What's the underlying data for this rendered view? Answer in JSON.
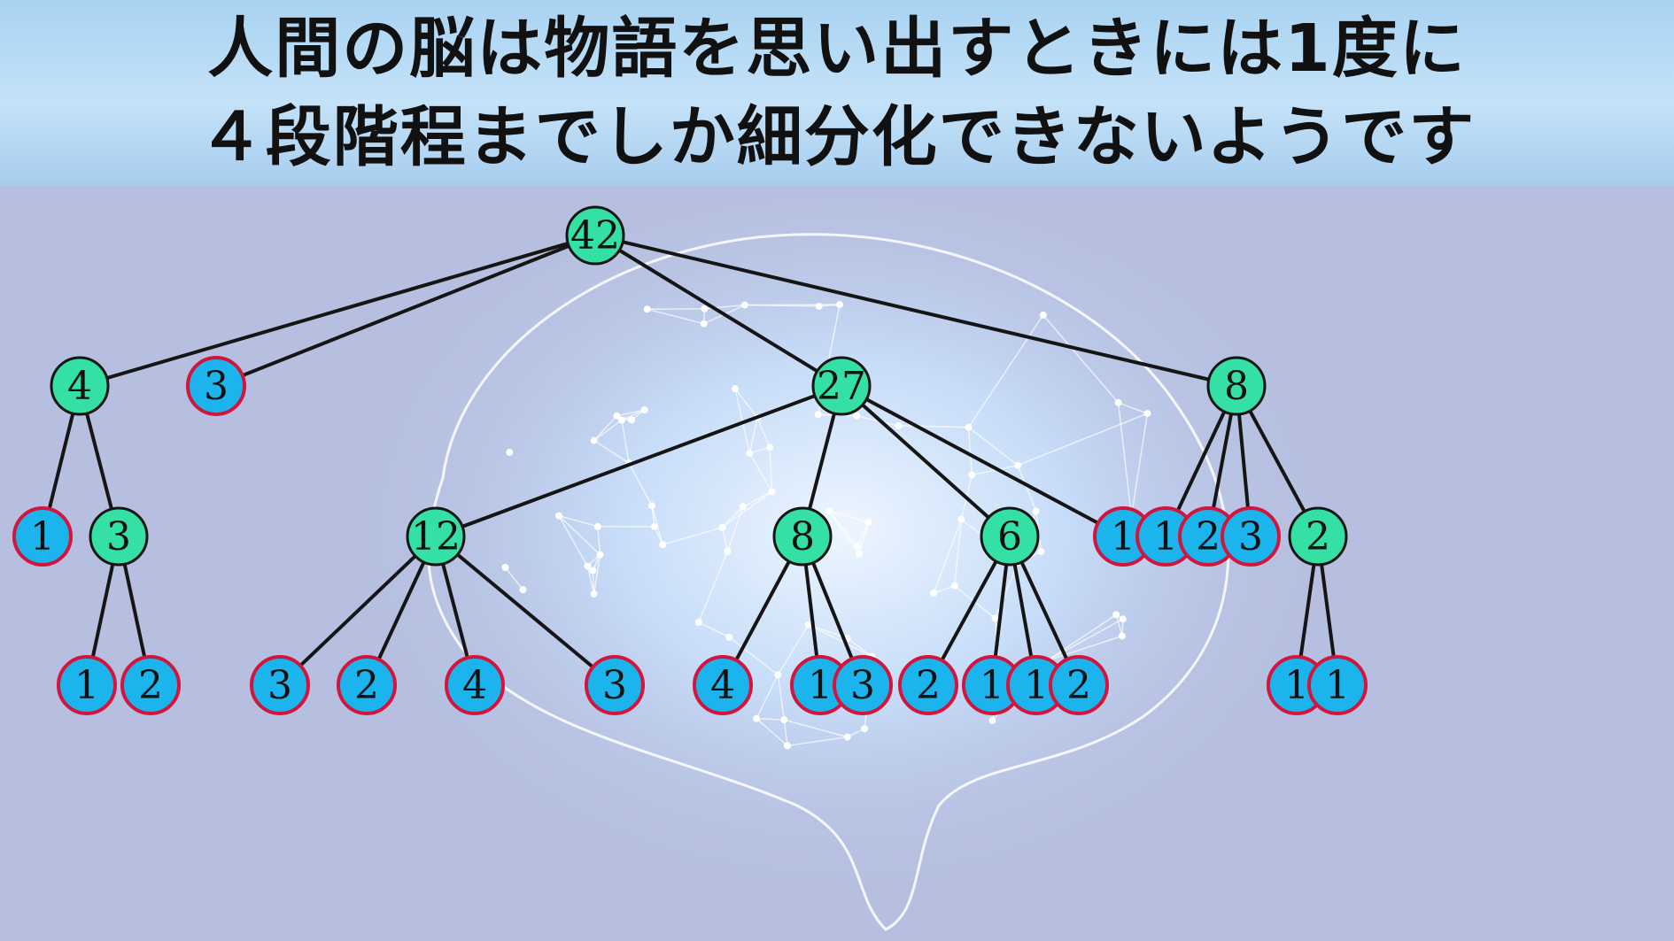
{
  "title": {
    "line1": "人間の脳は物語を思い出すときには1度に",
    "line2": "４段階程までしか細分化できないようです"
  },
  "colors": {
    "internal_fill": "#35e0a4",
    "leaf_fill": "#1cb4ec",
    "leaf_stroke": "#d3143c",
    "edge": "#151515"
  },
  "nodes": [
    {
      "id": "n42",
      "label": "42",
      "kind": "internal",
      "parent": null
    },
    {
      "id": "n4",
      "label": "4",
      "kind": "internal",
      "parent": "n42"
    },
    {
      "id": "n3a",
      "label": "3",
      "kind": "leaf",
      "parent": "n42"
    },
    {
      "id": "n27",
      "label": "27",
      "kind": "internal",
      "parent": "n42"
    },
    {
      "id": "n8a",
      "label": "8",
      "kind": "internal",
      "parent": "n42"
    },
    {
      "id": "n1a",
      "label": "1",
      "kind": "leaf",
      "parent": "n4"
    },
    {
      "id": "n3b",
      "label": "3",
      "kind": "internal",
      "parent": "n4"
    },
    {
      "id": "n12",
      "label": "12",
      "kind": "internal",
      "parent": "n27"
    },
    {
      "id": "n8b",
      "label": "8",
      "kind": "internal",
      "parent": "n27"
    },
    {
      "id": "n6",
      "label": "6",
      "kind": "internal",
      "parent": "n27"
    },
    {
      "id": "n1b",
      "label": "1",
      "kind": "leaf",
      "parent": "n27"
    },
    {
      "id": "n1c",
      "label": "1",
      "kind": "leaf",
      "parent": "n8a"
    },
    {
      "id": "n2a",
      "label": "2",
      "kind": "leaf",
      "parent": "n8a"
    },
    {
      "id": "n3c",
      "label": "3",
      "kind": "leaf",
      "parent": "n8a"
    },
    {
      "id": "n2b",
      "label": "2",
      "kind": "internal",
      "parent": "n8a"
    },
    {
      "id": "n1d",
      "label": "1",
      "kind": "leaf",
      "parent": "n3b"
    },
    {
      "id": "n2c",
      "label": "2",
      "kind": "leaf",
      "parent": "n3b"
    },
    {
      "id": "n3d",
      "label": "3",
      "kind": "leaf",
      "parent": "n12"
    },
    {
      "id": "n2d",
      "label": "2",
      "kind": "leaf",
      "parent": "n12"
    },
    {
      "id": "n4b",
      "label": "4",
      "kind": "leaf",
      "parent": "n12"
    },
    {
      "id": "n3e",
      "label": "3",
      "kind": "leaf",
      "parent": "n12"
    },
    {
      "id": "n4c",
      "label": "4",
      "kind": "leaf",
      "parent": "n8b"
    },
    {
      "id": "n1e",
      "label": "1",
      "kind": "leaf",
      "parent": "n8b"
    },
    {
      "id": "n3f",
      "label": "3",
      "kind": "leaf",
      "parent": "n8b"
    },
    {
      "id": "n2e",
      "label": "2",
      "kind": "leaf",
      "parent": "n6"
    },
    {
      "id": "n1f",
      "label": "1",
      "kind": "leaf",
      "parent": "n6"
    },
    {
      "id": "n1g",
      "label": "1",
      "kind": "leaf",
      "parent": "n6"
    },
    {
      "id": "n2f",
      "label": "2",
      "kind": "leaf",
      "parent": "n6"
    },
    {
      "id": "n1h",
      "label": "1",
      "kind": "leaf",
      "parent": "n2b"
    },
    {
      "id": "n1i",
      "label": "1",
      "kind": "leaf",
      "parent": "n2b"
    }
  ]
}
